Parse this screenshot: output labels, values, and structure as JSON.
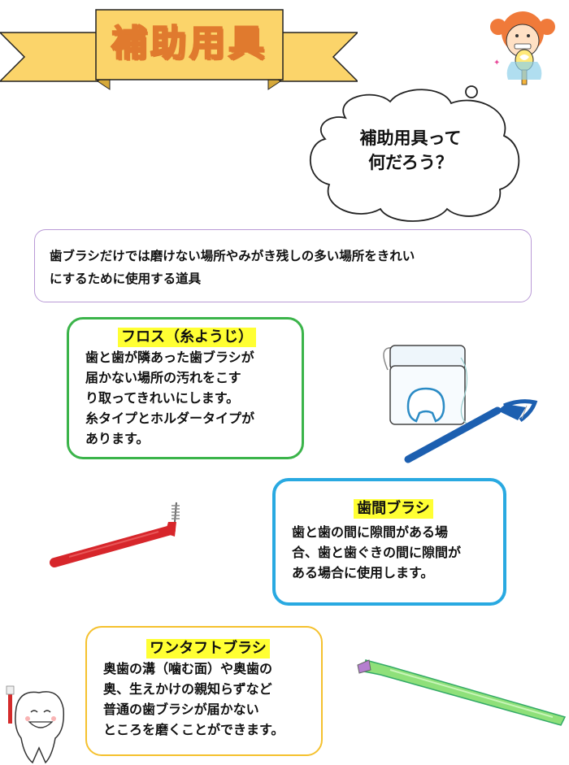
{
  "banner": {
    "title": "補助用具"
  },
  "thought_bubble": {
    "lines": [
      "補助用具って",
      "何だろう？"
    ]
  },
  "definition": {
    "lines": [
      "歯ブラシだけでは磨けない場所やみがき残しの多い場所をきれい",
      "にするために使用する道具"
    ]
  },
  "cards": {
    "floss": {
      "title": "フロス（糸ようじ）",
      "lines": [
        "歯と歯が隣あった歯ブラシが",
        "届かない場所の汚れをこす",
        "り取ってきれいにします。",
        "糸タイプとホルダータイプが",
        "あります。"
      ]
    },
    "interdental": {
      "title": "歯間ブラシ",
      "lines": [
        "歯と歯の間に隙間がある場",
        "合、歯と歯ぐきの間に隙間が",
        "ある場合に使用します。"
      ]
    },
    "single_tuft": {
      "title": "ワンタフトブラシ",
      "lines": [
        "奥歯の溝（噛む面）や奥歯の",
        "奥、生えかけの親知らずなど",
        "普通の歯ブラシが届かない",
        "ところを磨くことができます。"
      ]
    }
  },
  "colors": {
    "banner_fill": "#fbd46a",
    "banner_text": "#e07a2e",
    "floss_border": "#3bb44a",
    "interdental_border": "#29a9e1",
    "tuft_border": "#f5c12e",
    "definition_border": "#b99ad6",
    "title_highlight": "#ffff33"
  },
  "icons": {
    "floss": "floss-dispenser-and-holder",
    "interdental": "red-interdental-brush",
    "tuft": "green-single-tuft-brush",
    "mascot": "tooth-with-toothbrush",
    "girl": "girl-holding-mirror"
  }
}
